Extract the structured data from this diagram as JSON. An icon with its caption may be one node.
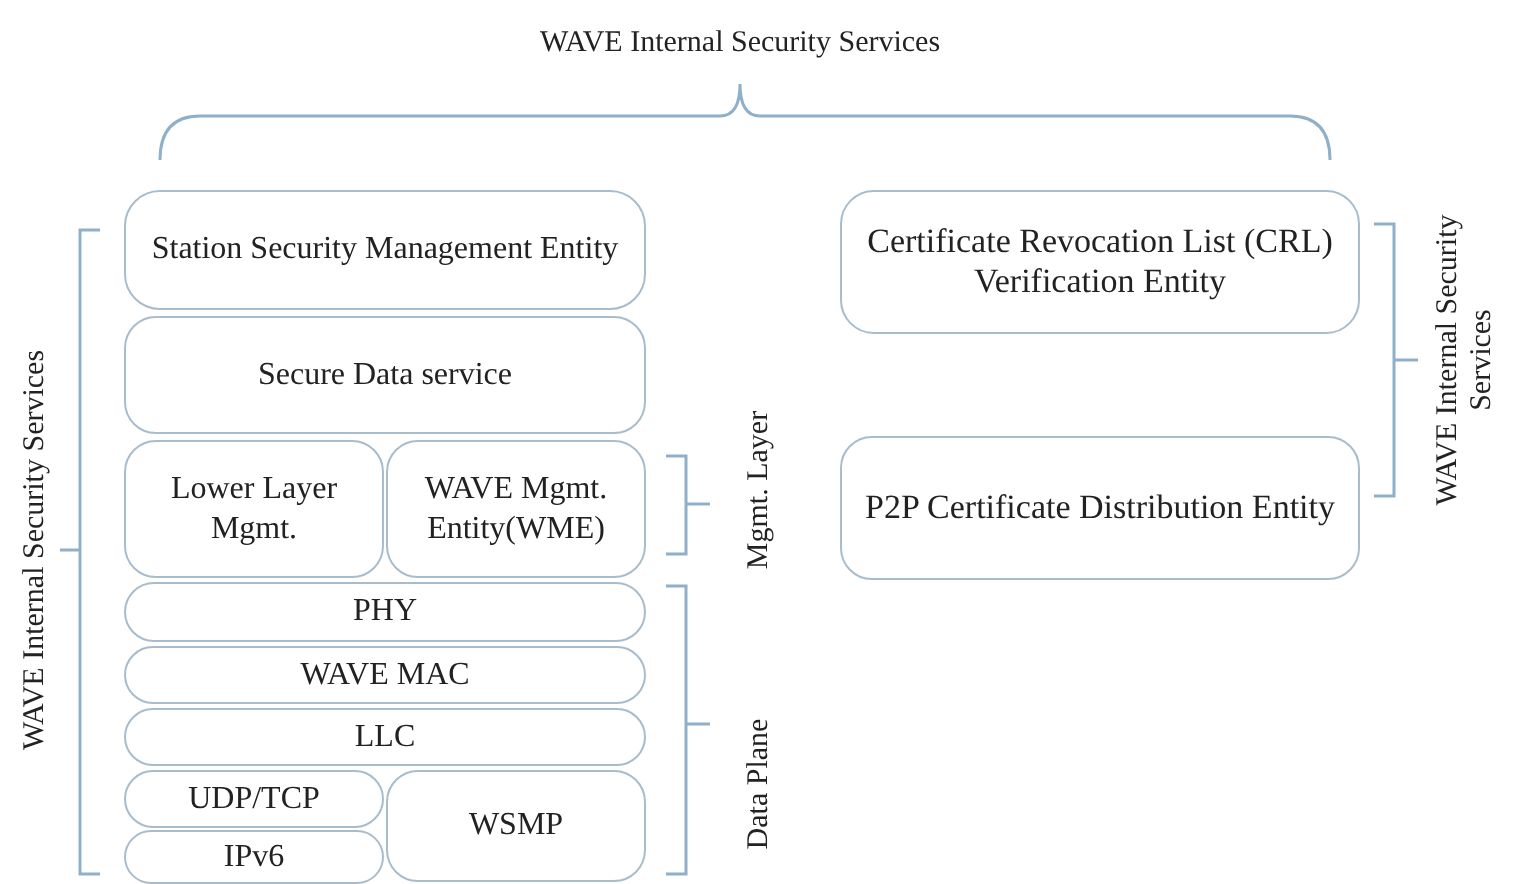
{
  "diagram": {
    "nodes": [
      {
        "text": [
          "Station Security Management Entity"
        ]
      },
      {
        "text": [
          "Secure Data service"
        ]
      },
      {
        "text": [
          "Lower Layer Mgmt."
        ]
      },
      {
        "text": [
          "WAVE Mgmt. Entity(WME)"
        ]
      },
      {
        "text": [
          "PHY"
        ]
      },
      {
        "text": [
          "WAVE MAC"
        ]
      },
      {
        "text": [
          "LLC"
        ]
      },
      {
        "text": [
          "UDP/TCP"
        ]
      },
      {
        "text": [
          "IPv6"
        ]
      },
      {
        "text": [
          "WSMP"
        ]
      },
      {
        "text": [
          "Certificate Revocation List (CRL) Verification Entity"
        ]
      },
      {
        "text": [
          "P2P Certificate Distribution Entity"
        ]
      }
    ],
    "labels": [
      "WAVE Internal Security Services",
      "WAVE Internal Security Services",
      "Mgmt. Layer",
      "Data Plane",
      "WAVE Internal Security Services"
    ]
  }
}
